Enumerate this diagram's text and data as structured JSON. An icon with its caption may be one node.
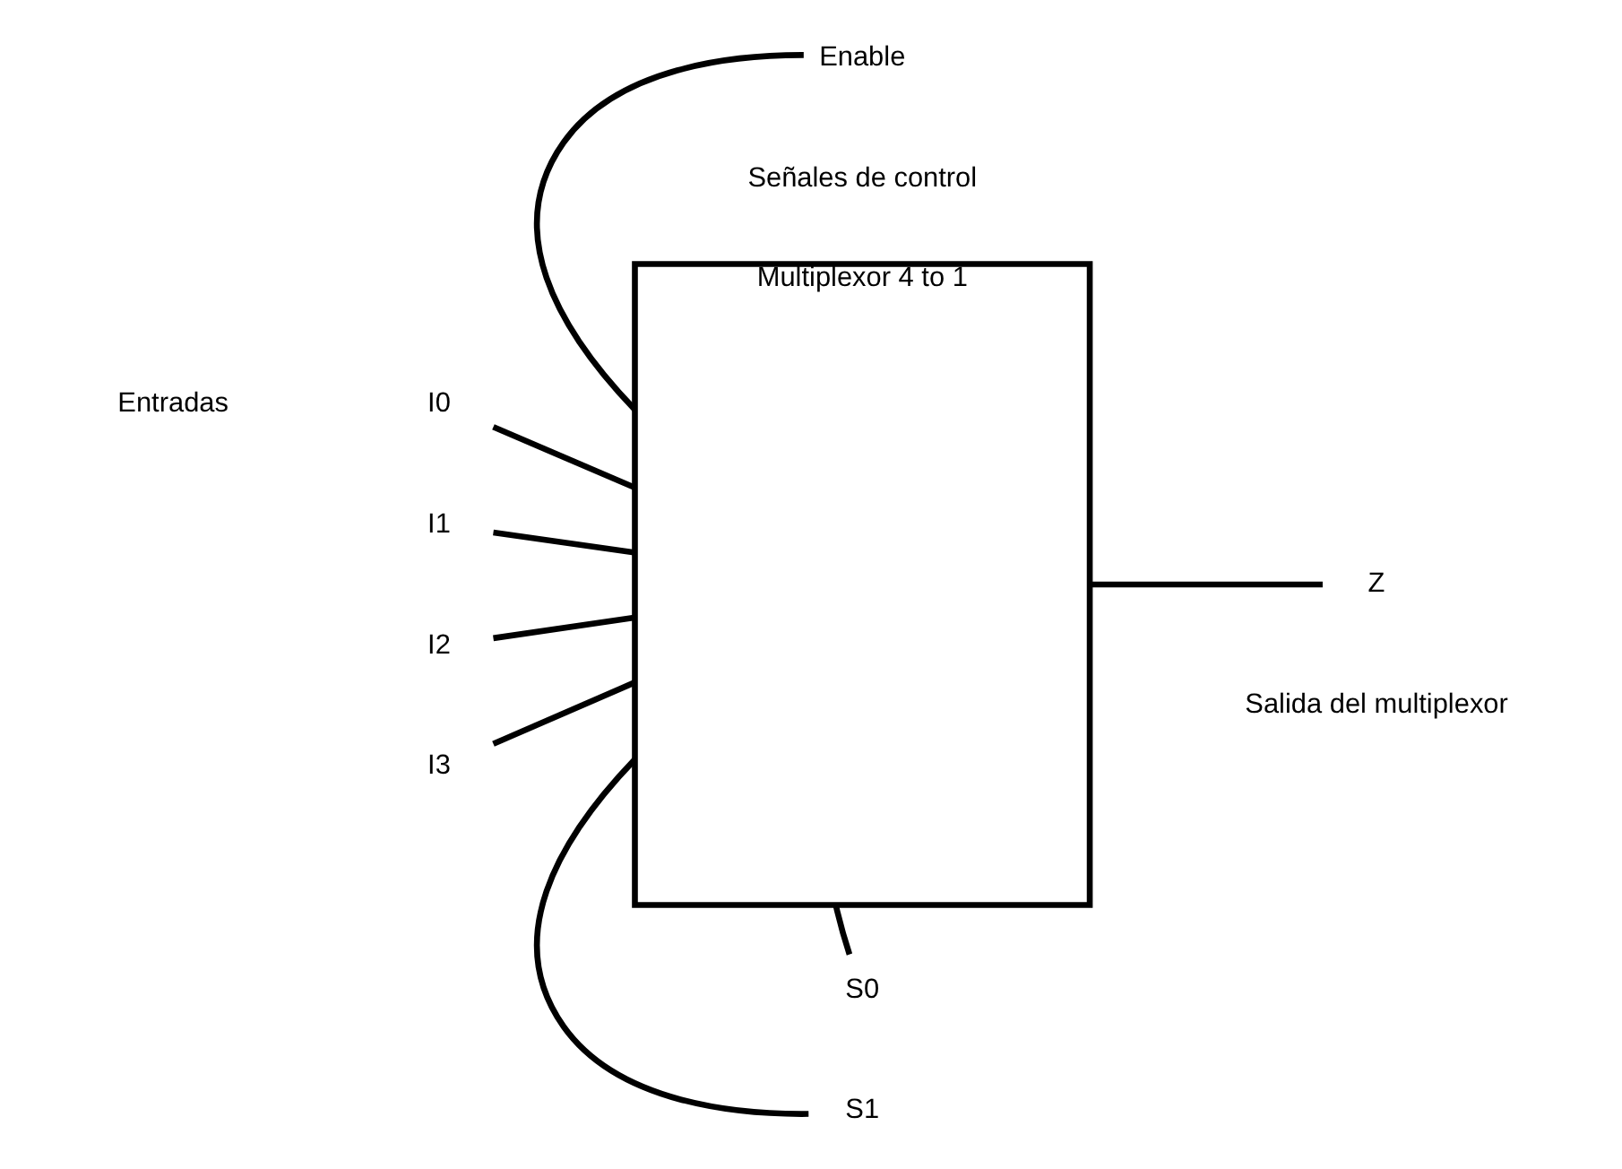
{
  "diagram": {
    "nodes": [
      {
        "text": [
          "I0"
        ]
      },
      {
        "text": [
          "I1"
        ]
      },
      {
        "text": [
          "I2"
        ]
      },
      {
        "text": [
          "I3"
        ]
      },
      {
        "text": [
          "Multiplexor 4 to 1"
        ]
      },
      {
        "text": [
          "Z"
        ]
      },
      {
        "text": [
          "S0"
        ]
      },
      {
        "text": [
          "S1"
        ]
      },
      {
        "text": [
          "Enable"
        ]
      }
    ],
    "edges": [
      {
        "from": 0,
        "to": 4,
        "arrow": "none"
      },
      {
        "from": 1,
        "to": 4,
        "arrow": "none"
      },
      {
        "from": 2,
        "to": 4,
        "arrow": "none"
      },
      {
        "from": 3,
        "to": 4,
        "arrow": "none"
      },
      {
        "from": 4,
        "to": 5,
        "arrow": "none"
      },
      {
        "from": 6,
        "to": 4,
        "arrow": "none"
      },
      {
        "from": 7,
        "to": 4,
        "arrow": "none"
      },
      {
        "from": 8,
        "to": 4,
        "arrow": "none"
      }
    ],
    "labels": [
      "Entradas",
      "Salida del multiplexor",
      "Señales de control"
    ]
  }
}
